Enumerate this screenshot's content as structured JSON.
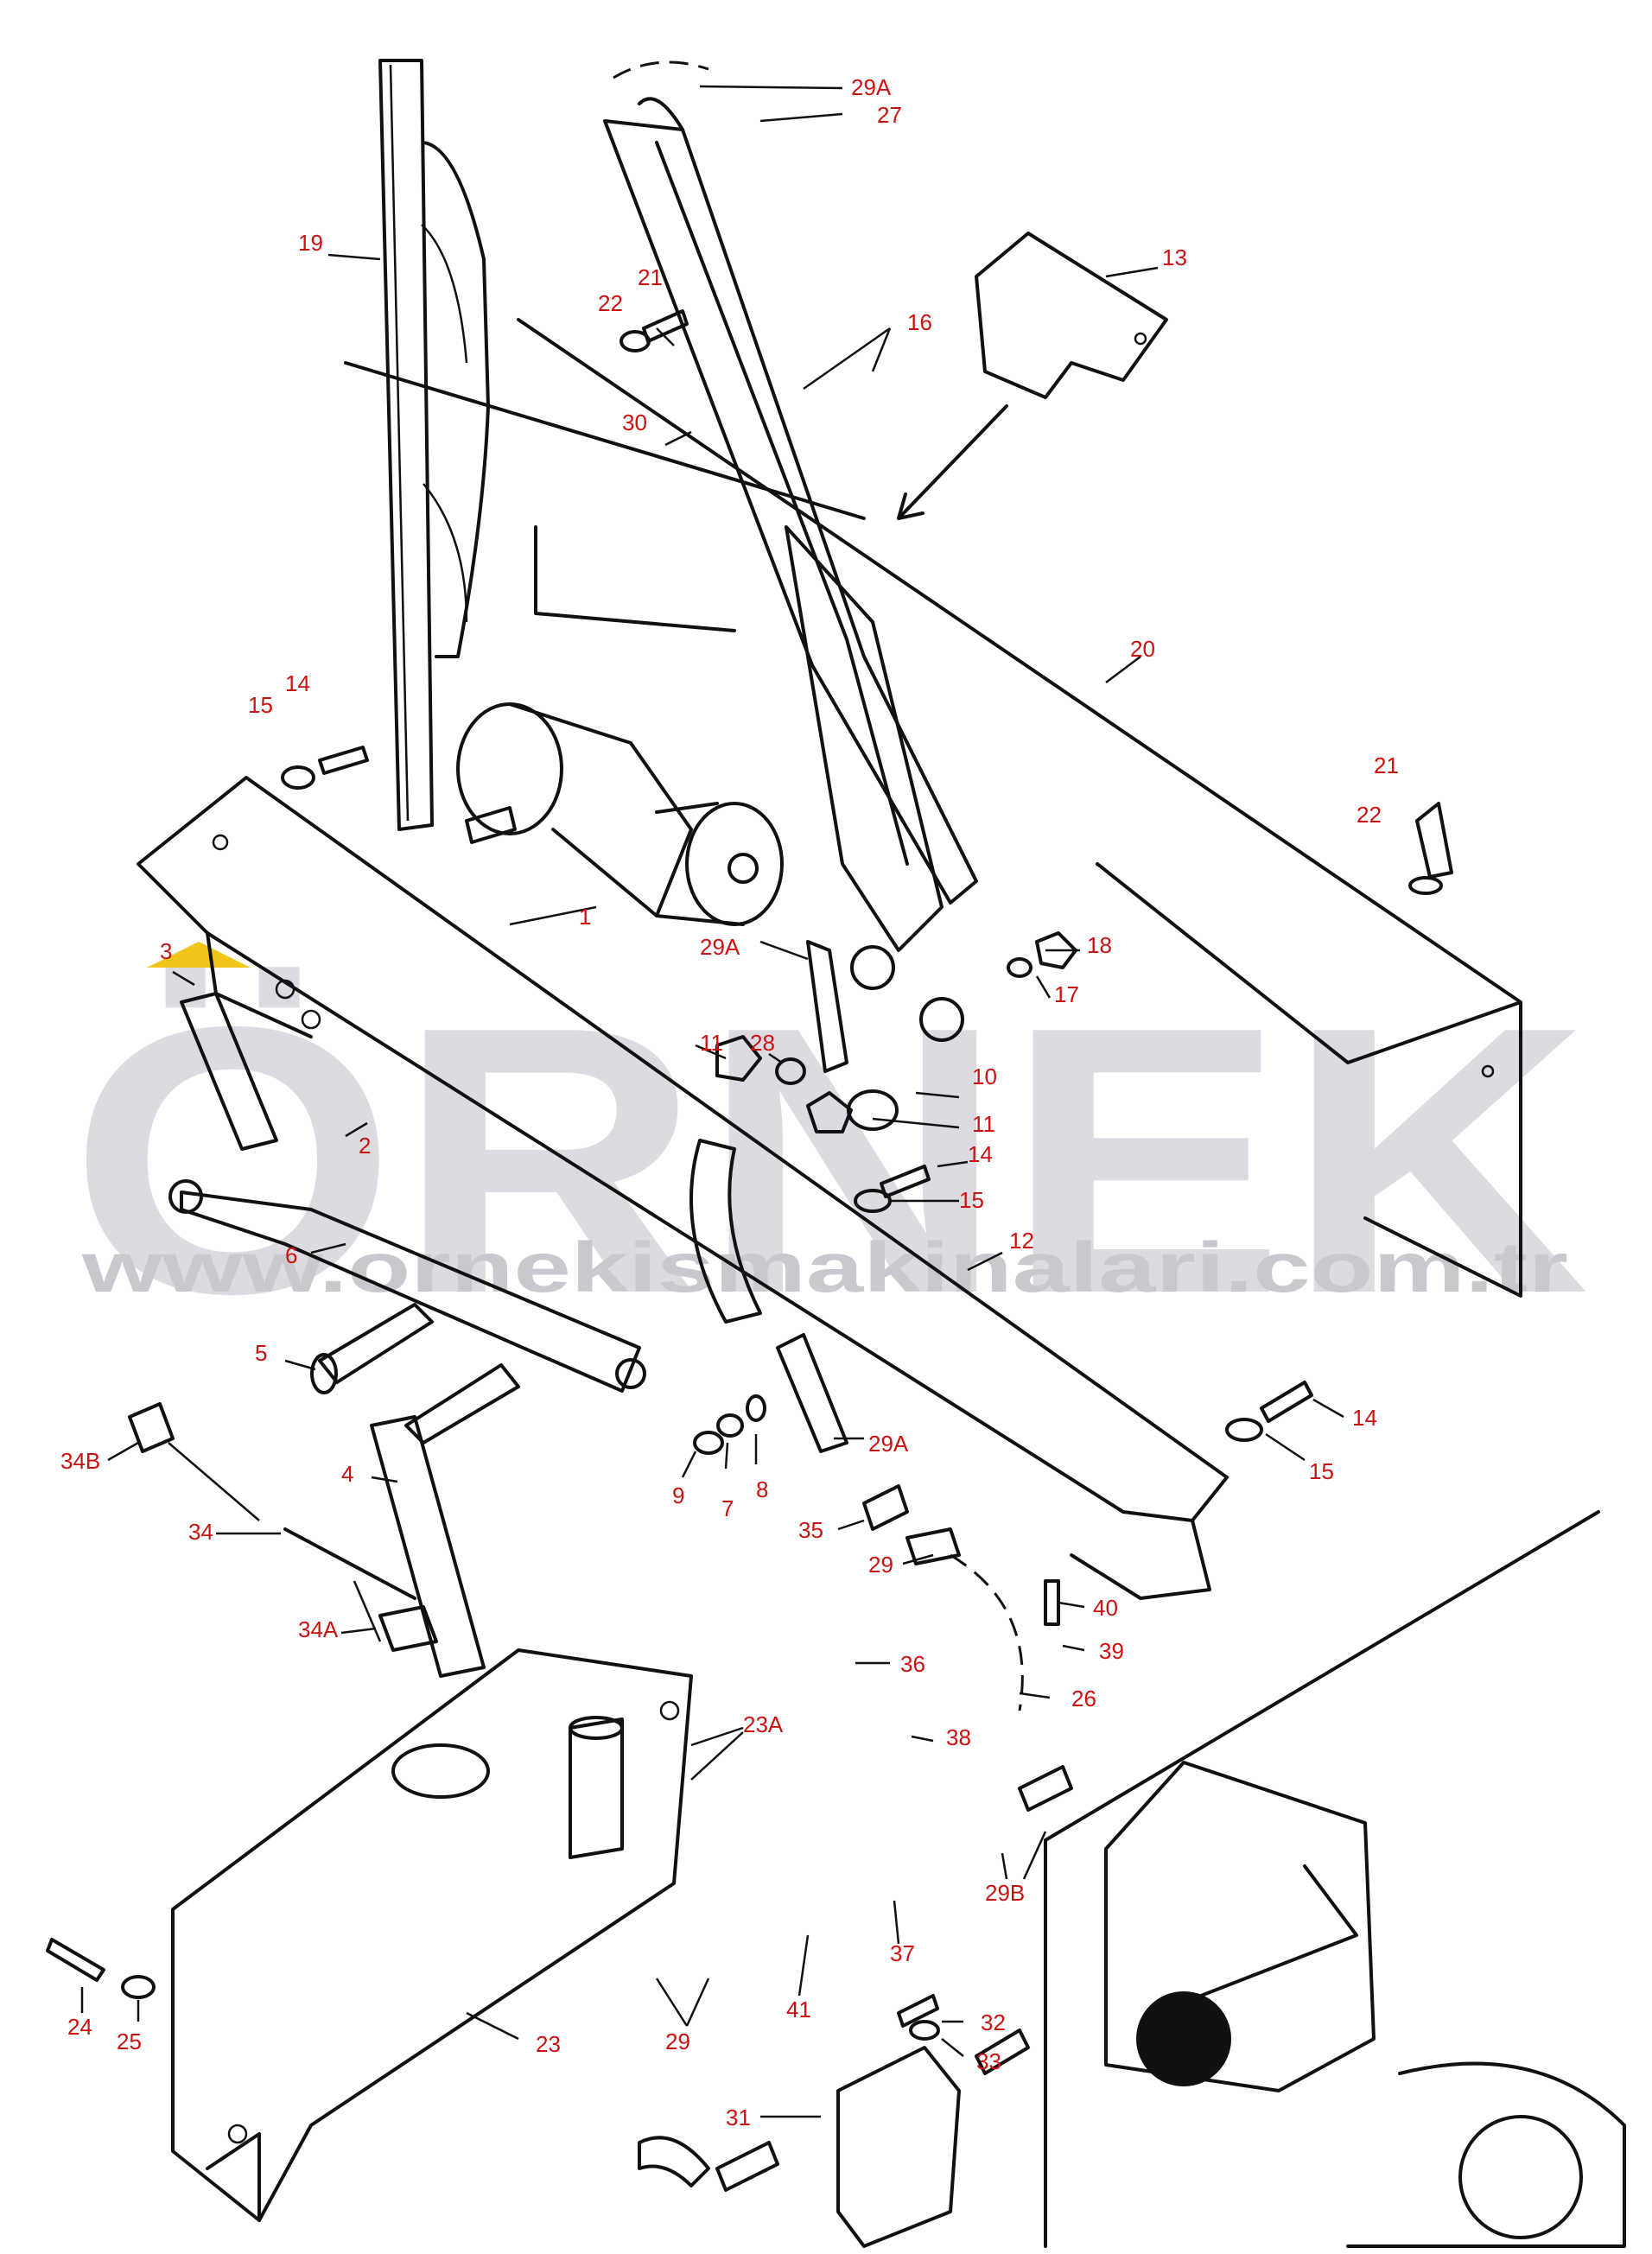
{
  "watermark": {
    "brand": "ÖRNEK",
    "url": "www.ornekismakinalari.com.tr",
    "color": "#dcdbe2",
    "accent": "#f0c419"
  },
  "callout_color": "#cc1111",
  "callouts": [
    {
      "id": "c-29a-top",
      "text": "29A"
    },
    {
      "id": "c-27",
      "text": "27"
    },
    {
      "id": "c-13",
      "text": "13"
    },
    {
      "id": "c-19",
      "text": "19"
    },
    {
      "id": "c-21-top",
      "text": "21"
    },
    {
      "id": "c-22-top",
      "text": "22"
    },
    {
      "id": "c-16",
      "text": "16"
    },
    {
      "id": "c-30",
      "text": "30"
    },
    {
      "id": "c-20",
      "text": "20"
    },
    {
      "id": "c-14-a",
      "text": "14"
    },
    {
      "id": "c-15-a",
      "text": "15"
    },
    {
      "id": "c-21-right",
      "text": "21"
    },
    {
      "id": "c-22-right",
      "text": "22"
    },
    {
      "id": "c-1",
      "text": "1"
    },
    {
      "id": "c-29a-mid",
      "text": "29A"
    },
    {
      "id": "c-18",
      "text": "18"
    },
    {
      "id": "c-17",
      "text": "17"
    },
    {
      "id": "c-3",
      "text": "3"
    },
    {
      "id": "c-11-a",
      "text": "11"
    },
    {
      "id": "c-28",
      "text": "28"
    },
    {
      "id": "c-10",
      "text": "10"
    },
    {
      "id": "c-11-b",
      "text": "11"
    },
    {
      "id": "c-2",
      "text": "2"
    },
    {
      "id": "c-14-b",
      "text": "14"
    },
    {
      "id": "c-15-b",
      "text": "15"
    },
    {
      "id": "c-6",
      "text": "6"
    },
    {
      "id": "c-12",
      "text": "12"
    },
    {
      "id": "c-5",
      "text": "5"
    },
    {
      "id": "c-29a-low",
      "text": "29A"
    },
    {
      "id": "c-14-c",
      "text": "14"
    },
    {
      "id": "c-15-c",
      "text": "15"
    },
    {
      "id": "c-34b",
      "text": "34B"
    },
    {
      "id": "c-4",
      "text": "4"
    },
    {
      "id": "c-9",
      "text": "9"
    },
    {
      "id": "c-7",
      "text": "7"
    },
    {
      "id": "c-8",
      "text": "8"
    },
    {
      "id": "c-35",
      "text": "35"
    },
    {
      "id": "c-34",
      "text": "34"
    },
    {
      "id": "c-29-mid",
      "text": "29"
    },
    {
      "id": "c-40",
      "text": "40"
    },
    {
      "id": "c-34a",
      "text": "34A"
    },
    {
      "id": "c-39",
      "text": "39"
    },
    {
      "id": "c-36",
      "text": "36"
    },
    {
      "id": "c-26",
      "text": "26"
    },
    {
      "id": "c-23a",
      "text": "23A"
    },
    {
      "id": "c-38",
      "text": "38"
    },
    {
      "id": "c-29b",
      "text": "29B"
    },
    {
      "id": "c-37",
      "text": "37"
    },
    {
      "id": "c-24",
      "text": "24"
    },
    {
      "id": "c-41",
      "text": "41"
    },
    {
      "id": "c-25",
      "text": "25"
    },
    {
      "id": "c-29-low",
      "text": "29"
    },
    {
      "id": "c-32",
      "text": "32"
    },
    {
      "id": "c-33",
      "text": "33"
    },
    {
      "id": "c-23",
      "text": "23"
    },
    {
      "id": "c-31",
      "text": "31"
    }
  ]
}
